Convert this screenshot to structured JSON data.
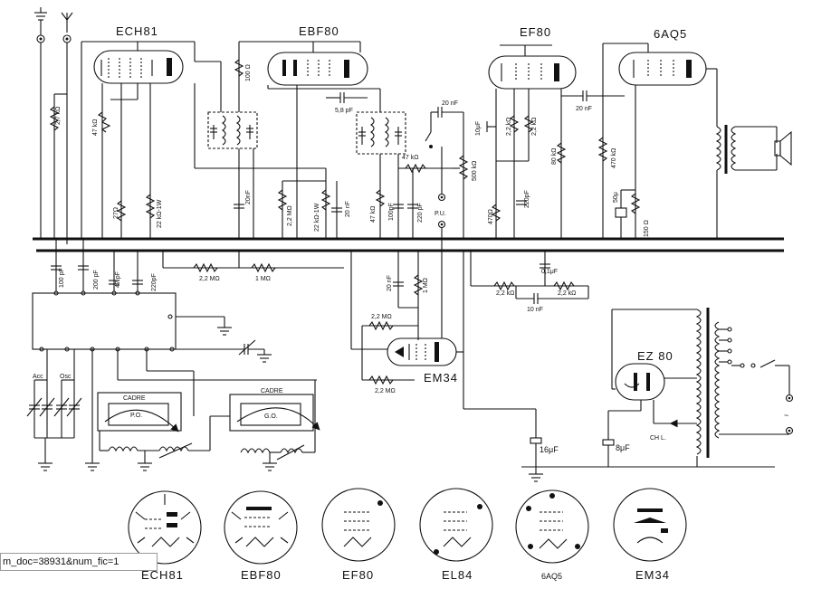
{
  "tubes": {
    "ech81": "ECH81",
    "ebf80": "EBF80",
    "ef80": "EF80",
    "aq5": "6AQ5",
    "em34": "EM34",
    "ez80": "EZ 80"
  },
  "components": {
    "r27k": "2,7 kΩ",
    "r47k": "47 kΩ",
    "r27": "27Ω",
    "r22k1w": "22 kΩ-1W",
    "r100": "100 Ω",
    "c20nf_a": "20nF",
    "c20nf_b": "20 nF",
    "r22m": "2,2 MΩ",
    "r22k1w_b": "22 kΩ-1W",
    "c58": "5,8 pF",
    "c20nf_top": "20 nF",
    "r47k_b": "47 kΩ",
    "r47k_c": "47 kΩ",
    "c100pf": "100pF",
    "c220pf": "220 pF",
    "c20nf_c": "20nF",
    "pu": "P.U.",
    "r500k": "500 kΩ",
    "c10uf": "10μF",
    "r22k_a": "2,2 kΩ",
    "r22k_b": "2,2 kΩ",
    "r470": "470Ω",
    "c220pf_b": "220pF",
    "r80k": "80 kΩ",
    "c20nf_d": "20 nF",
    "r470k": "470 kΩ",
    "c50u": "50μ",
    "r150": "150 Ω",
    "c100pf_b": "100 pF",
    "c200pf": "200 pF",
    "c47pf": "47 pF",
    "c220pf_c": "220pF",
    "r22m_a": "2,2 MΩ",
    "r1m_a": "1 MΩ",
    "c01uf": "0,1μF",
    "r22k_c": "2,2 kΩ",
    "r22k_d": "2,2 kΩ",
    "c10nf": "10 nF",
    "c20nf_e": "20 nF",
    "r1m_b": "1 MΩ",
    "r22m_b": "2,2 MΩ",
    "r22m_c": "2,2 MΩ",
    "acc": "Acc",
    "osc": "Osc",
    "cadre1": "CADRE",
    "po": "P.O.",
    "cadre2": "CADRE",
    "go": "G.O.",
    "c16uf": "16μF",
    "c8uf": "8μF",
    "chl": "CH L."
  },
  "sockets": [
    "ECH81",
    "EBF80",
    "EF80",
    "EL84",
    "6AQ5",
    "EM34"
  ],
  "url_text": "m_doc=38931&num_fic=1"
}
